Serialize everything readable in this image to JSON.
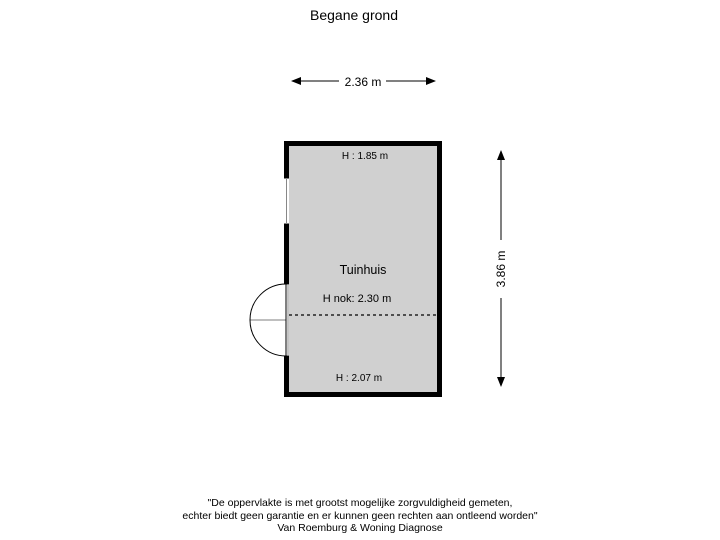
{
  "title": "Begane grond",
  "room": {
    "name": "Tuinhuis",
    "height_top": "H : 1.85 m",
    "height_ridge": "H nok: 2.30 m",
    "height_bottom": "H : 2.07 m"
  },
  "dimensions": {
    "width": "2.36 m",
    "depth": "3.86 m"
  },
  "disclaimer": {
    "line1": "\"De oppervlakte is met grootst mogelijke zorgvuldigheid gemeten,",
    "line2": "echter biedt geen garantie en er kunnen geen rechten aan ontleend worden\"",
    "line3": "Van Roemburg & Woning Diagnose"
  },
  "colors": {
    "room_fill": "#d0d0d0",
    "wall": "#000000",
    "background": "#ffffff"
  }
}
